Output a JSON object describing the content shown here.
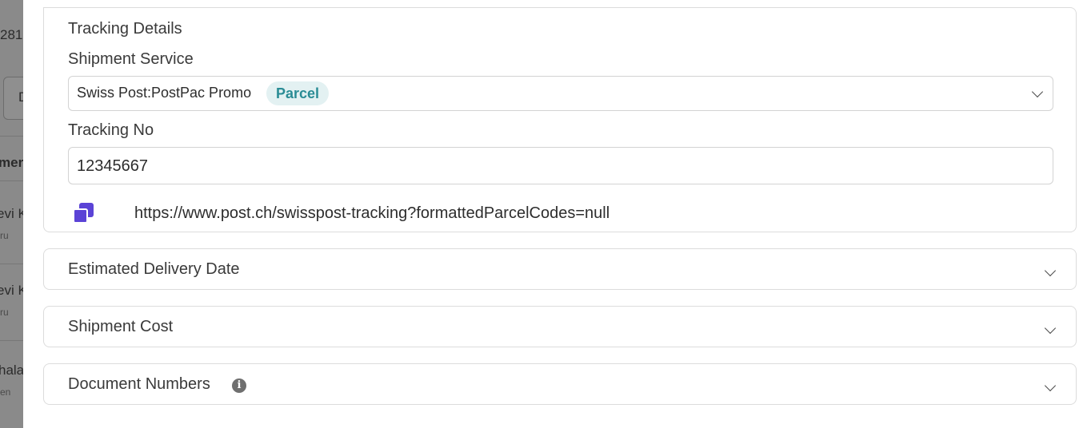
{
  "background": {
    "fragments": [
      "281",
      "D",
      "mer",
      "evi K",
      "ru",
      "evi K",
      "ru",
      "hala",
      "en"
    ]
  },
  "tracking": {
    "title": "Tracking Details",
    "service_label": "Shipment Service",
    "service_value": "Swiss Post:PostPac Promo",
    "service_tag": "Parcel",
    "tracking_no_label": "Tracking No",
    "tracking_no_value": "12345667",
    "tracking_url": "https://www.post.ch/swisspost-tracking?formattedParcelCodes=null"
  },
  "sections": [
    {
      "title": "Estimated Delivery Date"
    },
    {
      "title": "Shipment Cost"
    },
    {
      "title": "Document Numbers"
    }
  ],
  "icons": {
    "copy": "copy-icon",
    "chevron": "chevron-down-icon",
    "info": "info-icon"
  },
  "colors": {
    "accent": "#5b43d6",
    "tag_bg": "#e3f1f2",
    "tag_text": "#2a8c95",
    "overlay": "#8a8a8a"
  }
}
